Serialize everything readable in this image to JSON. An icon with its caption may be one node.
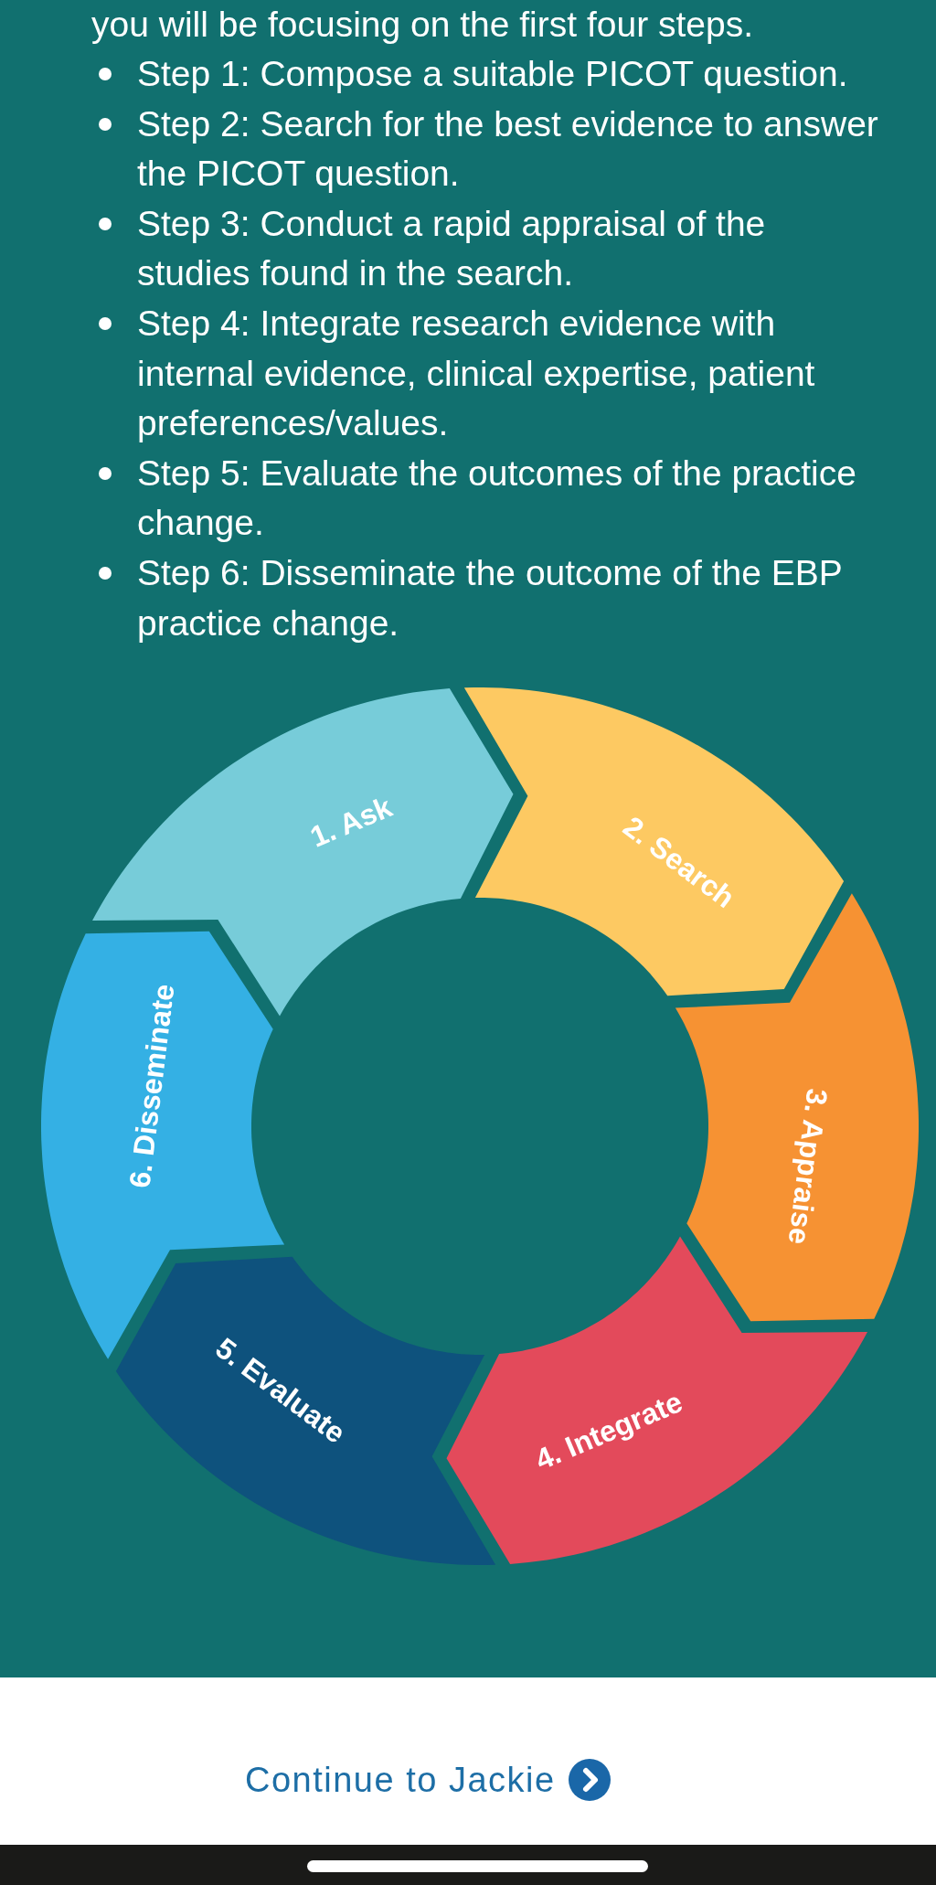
{
  "diagram": {
    "nodes": [
      {
        "text": [
          "1. Ask"
        ]
      },
      {
        "text": [
          "2. Search"
        ]
      },
      {
        "text": [
          "3. Appraise"
        ]
      },
      {
        "text": [
          "4. Integrate"
        ]
      },
      {
        "text": [
          "5. Evaluate"
        ]
      },
      {
        "text": [
          "6. Disseminate"
        ]
      }
    ],
    "labels": [
      "you will be focusing on the first four steps.",
      "Step 1: Compose a suitable PICOT question.",
      "Step 2: Search for the best evidence to answer the PICOT question.",
      "Step 3: Conduct a rapid appraisal of the studies found in the search.",
      "Step 4: Integrate research evidence with internal evidence, clinical expertise, patient preferences/values.",
      "Step 5: Evaluate the outcomes of the practice change.",
      "Step 6: Disseminate the outcome of the EBP practice change.",
      "Continue to Jackie"
    ]
  }
}
